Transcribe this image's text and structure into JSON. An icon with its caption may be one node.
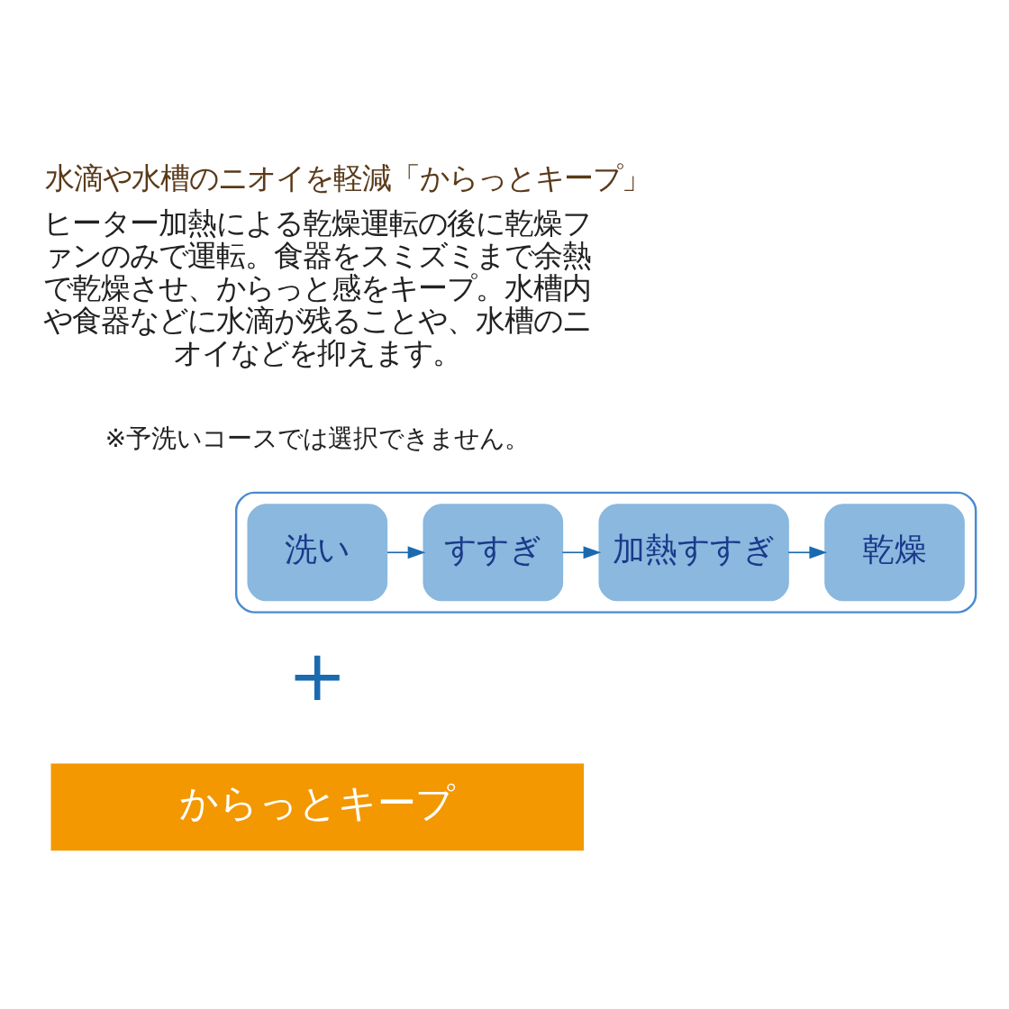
{
  "diagram": {
    "title": "水滴や水槽のニオイを軽減「からっとキープ」",
    "nodes": [
      {
        "text": [],
        "shape": "box"
      },
      {
        "text": [
          "洗い"
        ],
        "in": 0
      },
      {
        "text": [
          "すすぎ"
        ],
        "in": 0
      },
      {
        "text": [
          "加熱すすぎ"
        ],
        "in": 0
      },
      {
        "text": [
          "乾燥"
        ],
        "in": 0
      },
      {
        "text": [
          "からっとキープ"
        ]
      }
    ],
    "edges": [
      {
        "from": 1,
        "to": 2,
        "arrow": "to"
      },
      {
        "from": 2,
        "to": 3,
        "arrow": "to"
      },
      {
        "from": 3,
        "to": 4,
        "arrow": "to"
      }
    ],
    "labels": [
      "ヒーター加熱による乾燥運転の後に乾燥ファンのみで運転。食器をスミズミまで余熱で乾燥させ、からっと感をキープ。水槽内や食器などに水滴が残ることや、水槽のニオイなどを抑えます。",
      "※予洗いコースでは選択できません。",
      "+"
    ]
  }
}
